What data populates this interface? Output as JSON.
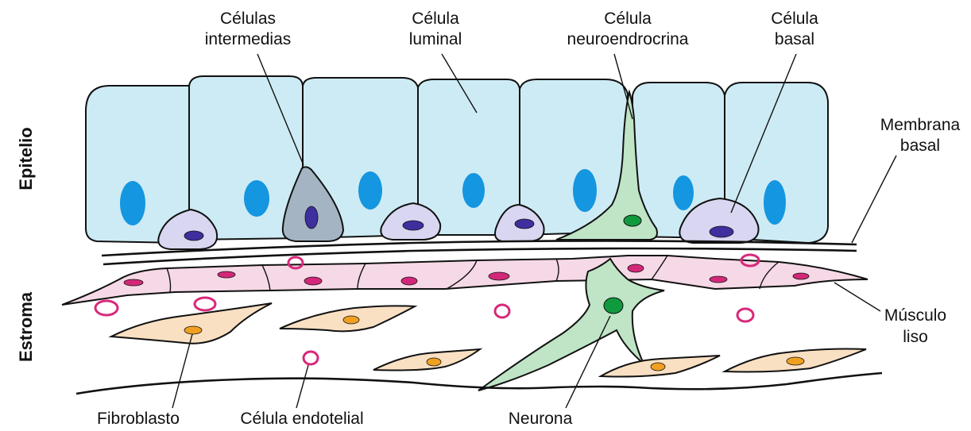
{
  "labels": {
    "intermediate_1": "Células",
    "intermediate_2": "intermedias",
    "luminal_1": "Célula",
    "luminal_2": "luminal",
    "neuroendocrine_1": "Célula",
    "neuroendocrine_2": "neuroendrocrina",
    "basal_1": "Célula",
    "basal_2": "basal",
    "membrane_1": "Membrana",
    "membrane_2": "basal",
    "muscle_1": "Músculo",
    "muscle_2": "liso",
    "fibroblast": "Fibroblasto",
    "endothelial": "Célula endotelial",
    "neuron": "Neurona"
  },
  "regions": {
    "epithelium": "Epitelio",
    "stroma": "Estroma"
  }
}
